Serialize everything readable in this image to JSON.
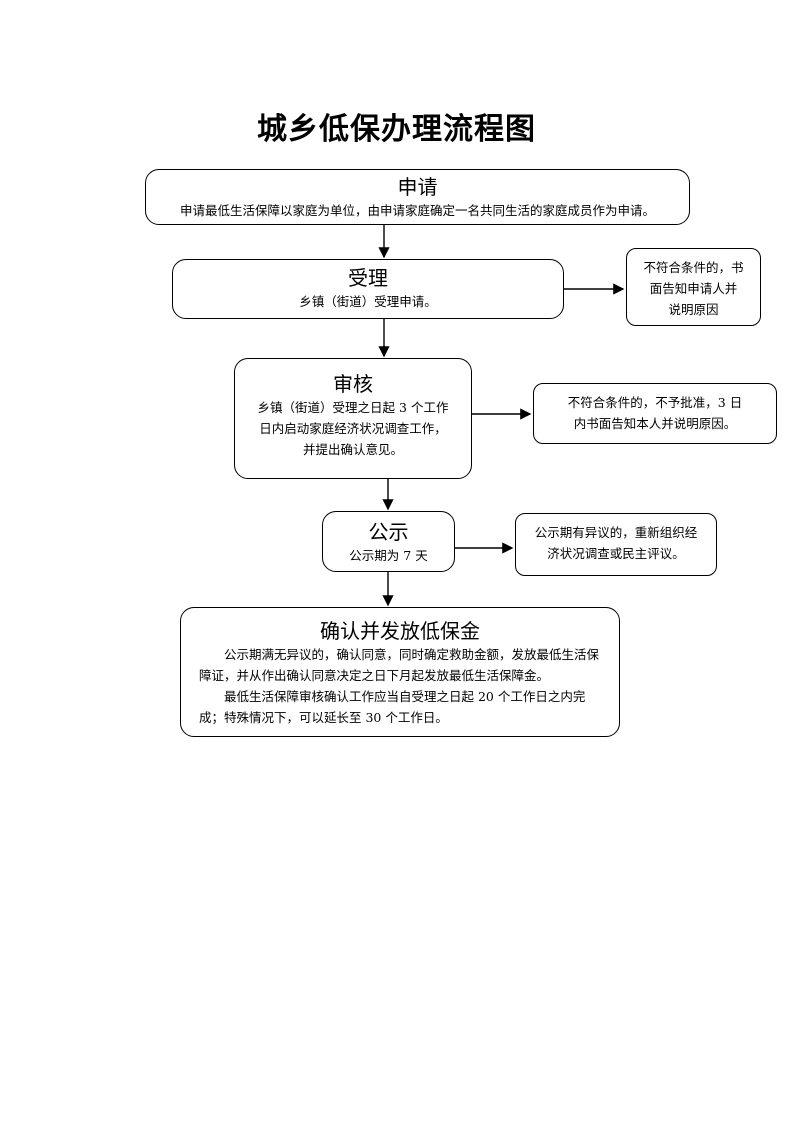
{
  "title": "城乡低保办理流程图",
  "steps": {
    "apply": {
      "title": "申请",
      "text": "申请最低生活保障以家庭为单位，由申请家庭确定一名共同生活的家庭成员作为申请。"
    },
    "accept": {
      "title": "受理",
      "text": "乡镇（街道）受理申请。"
    },
    "review": {
      "title": "审核",
      "lines": [
        "乡镇（街道）受理之日起 3 个工作",
        "日内启动家庭经济状况调查工作，",
        "并提出确认意见。"
      ]
    },
    "publicize": {
      "title": "公示",
      "text": "公示期为 7 天"
    },
    "confirm": {
      "title": "确认并发放低保金",
      "paragraphs": [
        "公示期满无异议的，确认同意，同时确定救助金额，发放最低生活保障证，并从作出确认同意决定之日下月起发放最低生活保障金。",
        "最低生活保障审核确认工作应当自受理之日起 20 个工作日之内完成；特殊情况下，可以延长至 30 个工作日。"
      ]
    }
  },
  "side_notes": {
    "accept": [
      "不符合条件的，书",
      "面告知申请人并",
      "说明原因"
    ],
    "review": [
      "不符合条件的，不予批准，3 日",
      "内书面告知本人并说明原因。"
    ],
    "publicize": [
      "公示期有异议的，重新组织经",
      "济状况调查或民主评议。"
    ]
  }
}
